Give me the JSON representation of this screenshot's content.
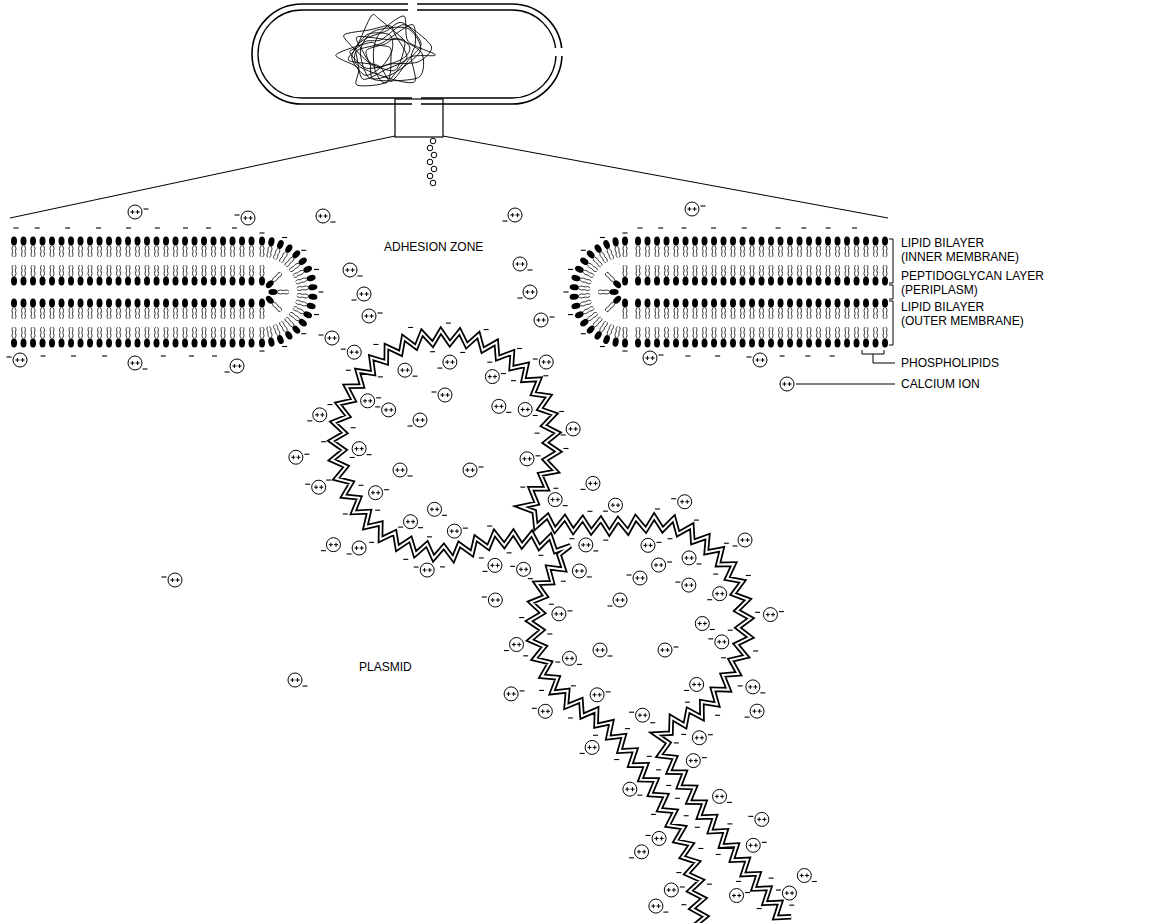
{
  "diagram": {
    "labels": [
      "ADHESION ZONE",
      "LIPID BILAYER (INNER MEMBRANE)",
      "PEPTIDOGLYCAN LAYER (PERIPLASM)",
      "LIPID BILAYER (OUTER MEMBRANE)",
      "PHOSPHOLIPIDS",
      "CALCIUM ION",
      "PLASMID"
    ]
  }
}
